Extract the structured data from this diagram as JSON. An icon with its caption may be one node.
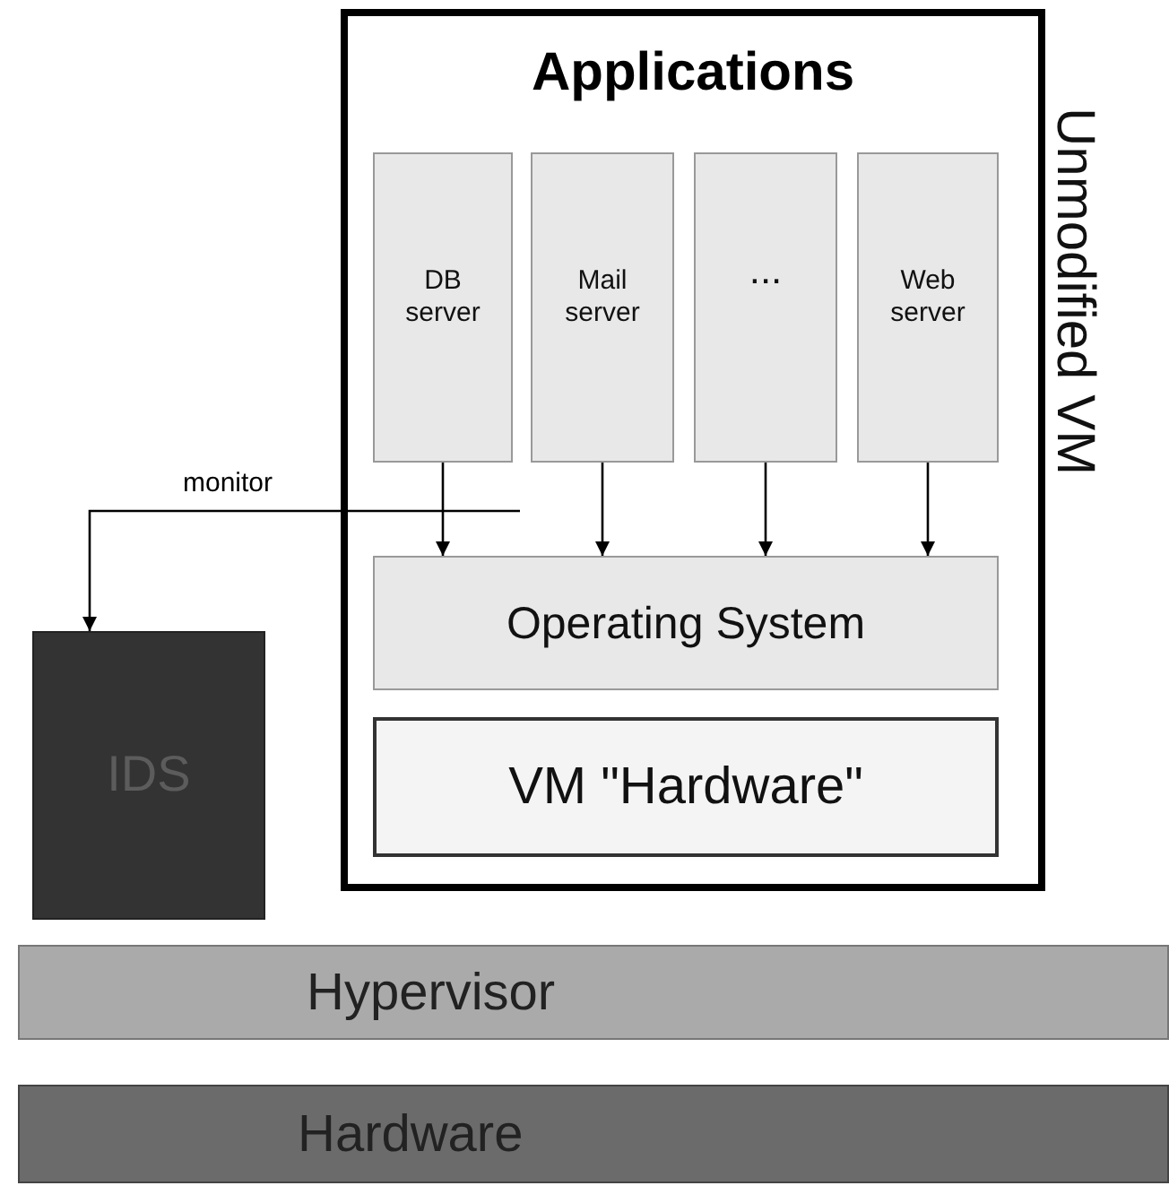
{
  "diagram": {
    "nodes": [
      {
        "text": [
          "Applications"
        ],
        "beside": [
          "Unmodified VM"
        ]
      },
      {
        "text": [
          "DB server"
        ],
        "in": 0
      },
      {
        "text": [
          "Mail server"
        ],
        "in": 0
      },
      {
        "text": [
          "..."
        ],
        "in": 0
      },
      {
        "text": [
          "Web server"
        ],
        "in": 0
      },
      {
        "text": [
          "Operating System"
        ],
        "in": 0
      },
      {
        "text": [
          "VM \"Hardware\""
        ],
        "in": 0
      },
      {
        "text": [
          "IDS"
        ]
      },
      {
        "text": [
          "Hypervisor"
        ]
      },
      {
        "text": [
          "Hardware"
        ]
      }
    ],
    "edges": [
      {
        "from": 1,
        "to": 5,
        "arrow": "to"
      },
      {
        "from": 2,
        "to": 5,
        "arrow": "to"
      },
      {
        "from": 3,
        "to": 5,
        "arrow": "to"
      },
      {
        "from": 4,
        "to": 5,
        "arrow": "to"
      },
      {
        "from": null,
        "to": 7,
        "arrow": "to",
        "label": "monitor"
      }
    ]
  }
}
